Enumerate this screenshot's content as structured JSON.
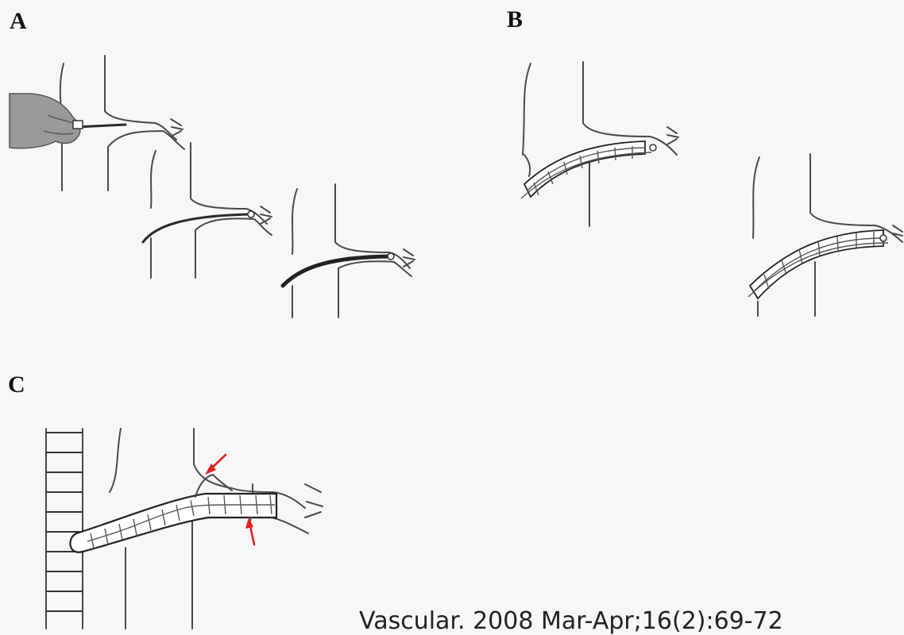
{
  "figure": {
    "panel_labels": {
      "a": "A",
      "b": "B",
      "c": "C"
    },
    "citation": "Vascular. 2008 Mar-Apr;16(2):69-72",
    "annotation_color": "#e02020",
    "icons": [
      "hand-with-catheter",
      "stent-graft",
      "red-arrow"
    ]
  }
}
